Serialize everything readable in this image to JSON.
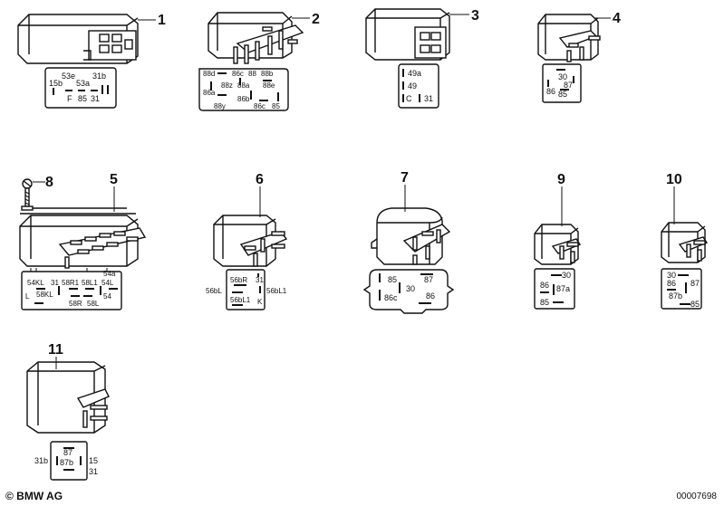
{
  "footer": {
    "copyright": "© BMW AG",
    "part_number": "00007698"
  },
  "relays": [
    {
      "callout": "1",
      "pins": [
        "53e",
        "31b",
        "53a",
        "15b",
        "F",
        "85",
        "31"
      ]
    },
    {
      "callout": "2",
      "pins": [
        "88d",
        "86c",
        "88",
        "88b",
        "88z",
        "88a",
        "88e",
        "86a",
        "86b",
        "88y",
        "86c",
        "85"
      ]
    },
    {
      "callout": "3",
      "pins": [
        "49a",
        "49",
        "C",
        "31"
      ]
    },
    {
      "callout": "4",
      "pins": [
        "30",
        "87",
        "86",
        "85"
      ]
    },
    {
      "callout": "5",
      "pins": [
        "54KL",
        "31",
        "58R1",
        "58L1",
        "54L",
        "58KL",
        "54",
        "58R",
        "58L",
        "L",
        "54a"
      ]
    },
    {
      "callout": "6",
      "pins": [
        "56bR",
        "31",
        "56bL1",
        "K",
        "56bL",
        "56bL1"
      ]
    },
    {
      "callout": "7",
      "pins": [
        "85",
        "87",
        "30",
        "86c",
        "86"
      ]
    },
    {
      "callout": "8",
      "pins": []
    },
    {
      "callout": "9",
      "pins": [
        "30",
        "86",
        "87a",
        "85"
      ]
    },
    {
      "callout": "10",
      "pins": [
        "30",
        "86",
        "87",
        "87b",
        "85"
      ]
    },
    {
      "callout": "11",
      "pins": [
        "87",
        "87b",
        "31b",
        "15",
        "31"
      ]
    }
  ]
}
